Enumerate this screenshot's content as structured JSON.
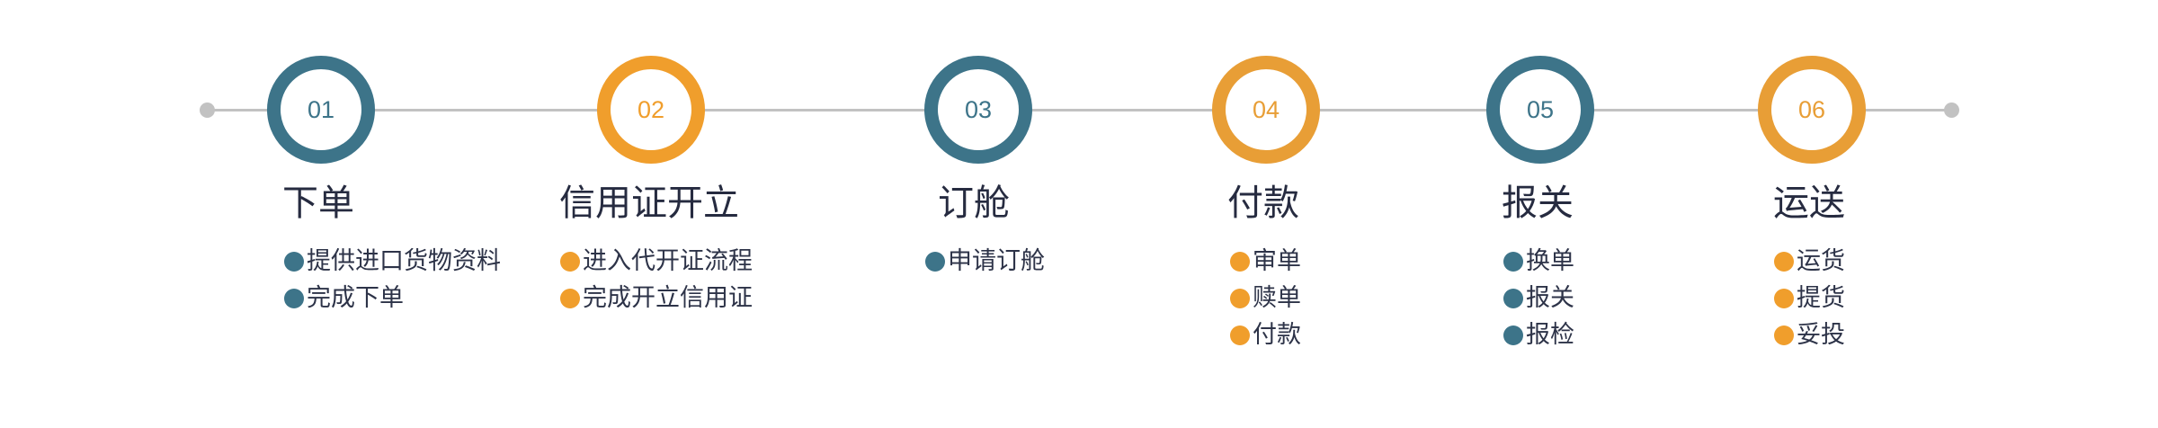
{
  "colors": {
    "teal": "#3d7489",
    "orange": "#f09e2c",
    "orange_alt": "#e89e36",
    "line": "#c2c2c2",
    "text": "#262b40"
  },
  "steps": [
    {
      "number": "01",
      "title": "下单",
      "color": "#3d7489",
      "items": [
        "提供进口货物资料",
        "完成下单"
      ]
    },
    {
      "number": "02",
      "title": "信用证开立",
      "color": "#f09e2c",
      "items": [
        "进入代开证流程",
        "完成开立信用证"
      ]
    },
    {
      "number": "03",
      "title": "订舱",
      "color": "#3d7489",
      "items": [
        "申请订舱"
      ]
    },
    {
      "number": "04",
      "title": "付款",
      "color": "#e89e36",
      "items": [
        "审单",
        "赎单",
        "付款"
      ]
    },
    {
      "number": "05",
      "title": "报关",
      "color": "#3d7489",
      "items": [
        "换单",
        "报关",
        "报检"
      ]
    },
    {
      "number": "06",
      "title": "运送",
      "color": "#e89e36",
      "items": [
        "运货",
        "提货",
        "妥投"
      ]
    }
  ]
}
